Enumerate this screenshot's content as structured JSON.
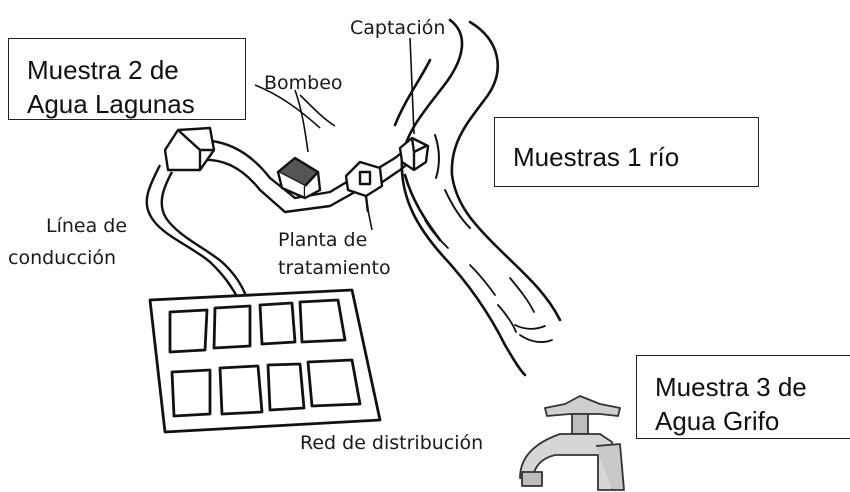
{
  "diagram": {
    "labels": {
      "captacion": "Captación",
      "bombeo": "Bombeo",
      "linea_1": "Línea de",
      "linea_2": "conducción",
      "planta_1": "Planta de",
      "planta_2": "tratamiento",
      "red": "Red de distribución"
    },
    "boxes": {
      "laguna_1": "Muestra 2 de",
      "laguna_2": "Agua Lagunas",
      "rio": "Muestras 1 río",
      "grifo_1": "Muestra 3 de",
      "grifo_2": "Agua Grifo"
    }
  }
}
